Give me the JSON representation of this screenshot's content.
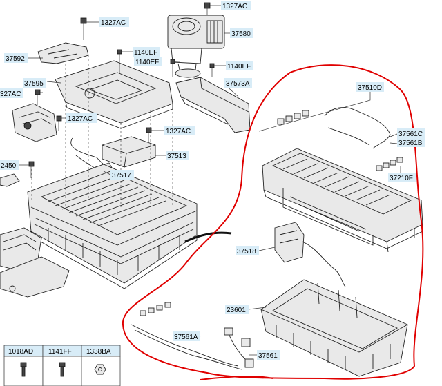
{
  "labels": {
    "c1327ac_top": "1327AC",
    "c1327ac_a": "1327AC",
    "c37580": "37580",
    "c37592": "37592",
    "c1140ef_a": "1140EF",
    "c1140ef_b": "1140EF",
    "c1140ef_c": "1140EF",
    "c37595": "37595",
    "c37573a": "37573A",
    "c37510d": "37510D",
    "c1327ac_left": "327AC",
    "c1327ac_mid": "1327AC",
    "c1327ac_right": "1327AC",
    "c37561c": "37561C",
    "c37561b": "37561B",
    "c37513": "37513",
    "c2450": "2450",
    "c37517": "37517",
    "c37210f": "37210F",
    "c37518": "37518",
    "c23601": "23601",
    "c37561a": "37561A",
    "c37561": "37561"
  },
  "legend": {
    "headers": [
      "1018AD",
      "1141FF",
      "1338BA"
    ]
  }
}
